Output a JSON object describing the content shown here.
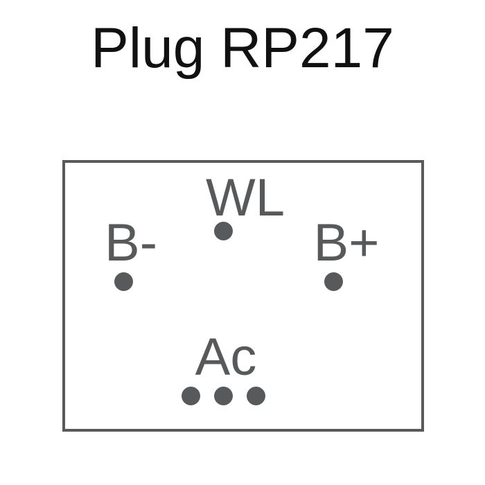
{
  "title": "Plug RP217",
  "colors": {
    "title": "#111111",
    "outline": "#58595b",
    "pin": "#58595b"
  },
  "pins": [
    {
      "id": "pin-wl",
      "label": "WL",
      "dots": 1
    },
    {
      "id": "pin-b-minus",
      "label": "B-",
      "dots": 1
    },
    {
      "id": "pin-b-plus",
      "label": "B+",
      "dots": 1
    },
    {
      "id": "pin-ac",
      "label": "Ac",
      "dots": 3
    }
  ]
}
